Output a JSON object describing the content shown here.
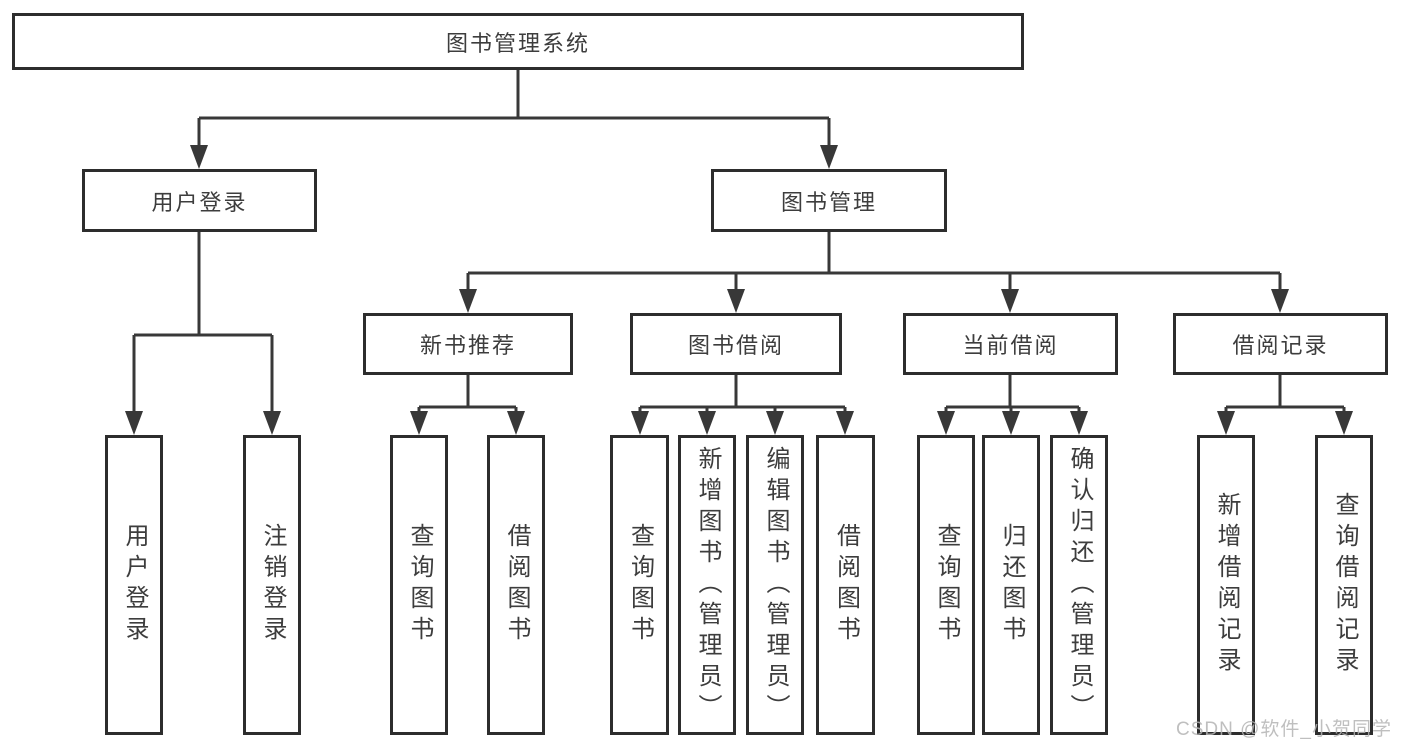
{
  "colors": {
    "box_border": "#2d2d2d",
    "connector_line": "#383838",
    "text": "#3d3d3d",
    "watermark": "#b5b5b5",
    "background": "#ffffff"
  },
  "watermark": {
    "text": "CSDN @软件_小贺同学"
  },
  "tree": {
    "root": {
      "label": "图书管理系统",
      "children": [
        {
          "label": "用户登录",
          "children": [
            {
              "label": "用户登录"
            },
            {
              "label": "注销登录"
            }
          ]
        },
        {
          "label": "图书管理",
          "children": [
            {
              "label": "新书推荐",
              "children": [
                {
                  "label": "查询图书"
                },
                {
                  "label": "借阅图书"
                }
              ]
            },
            {
              "label": "图书借阅",
              "children": [
                {
                  "label": "查询图书"
                },
                {
                  "label": "新增图书（管理员）"
                },
                {
                  "label": "编辑图书（管理员）"
                },
                {
                  "label": "借阅图书"
                }
              ]
            },
            {
              "label": "当前借阅",
              "children": [
                {
                  "label": "查询图书"
                },
                {
                  "label": "归还图书"
                },
                {
                  "label": "确认归还（管理员）"
                }
              ]
            },
            {
              "label": "借阅记录",
              "children": [
                {
                  "label": "新增借阅记录"
                },
                {
                  "label": "查询借阅记录"
                }
              ]
            }
          ]
        }
      ]
    }
  }
}
